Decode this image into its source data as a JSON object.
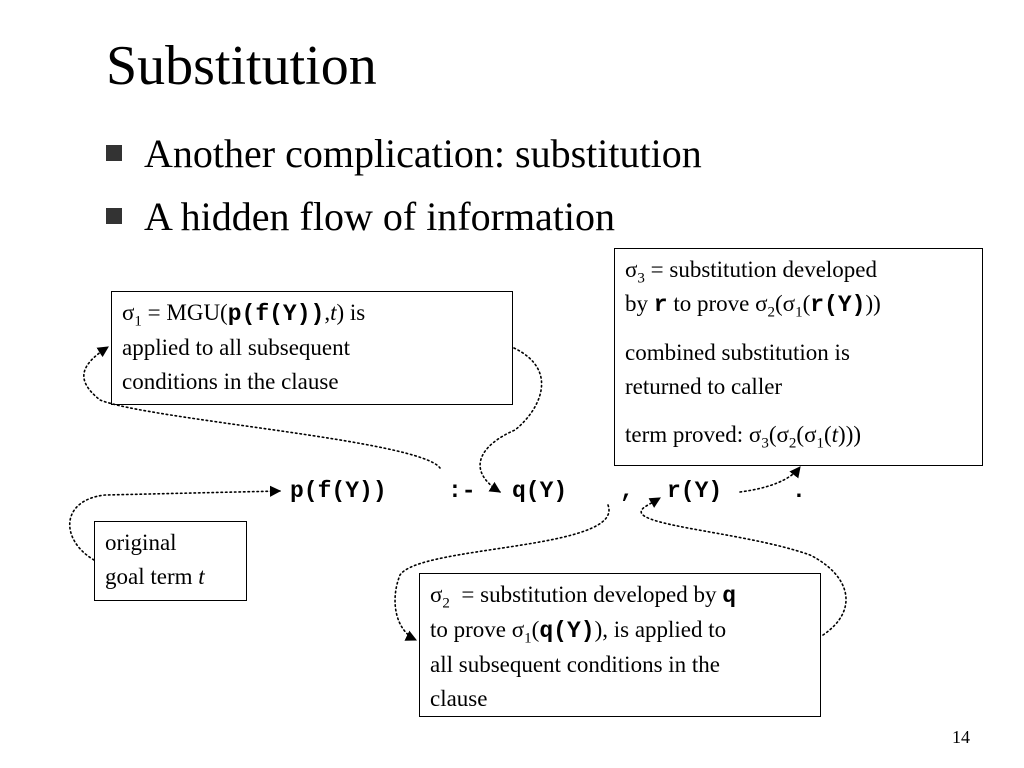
{
  "slide": {
    "title": "Substitution",
    "bullets": [
      "Another complication: substitution",
      "A hidden flow of information"
    ],
    "page_number": "14"
  },
  "clause": {
    "head": "p(f(Y))",
    "neck": ":-",
    "goal1": "q(Y)",
    "comma": ",",
    "goal2": "r(Y)",
    "period": "."
  },
  "box_sigma1": {
    "sym": "σ",
    "sub": "1",
    "eq": " = MGU(",
    "code": "p(f(Y))",
    "comma": ",",
    "var": "t",
    "tail": ") is",
    "line2": "applied to all subsequent",
    "line3": "conditions in the clause"
  },
  "box_sigma3": {
    "sym": "σ",
    "sub": "3",
    "line1_tail": " = substitution developed",
    "by": "by ",
    "code_r": "r",
    "to_prove": " to prove ",
    "s2": "2",
    "s1": "1",
    "open": "(",
    "code_ry": "r(Y)",
    "close2": "))",
    "para2_line1": "combined substitution is",
    "para2_line2": "returned to caller",
    "para3_prefix": "term proved: ",
    "s3b": "3",
    "s2b": "2",
    "s1b": "1",
    "t": "t",
    "close3": ")))"
  },
  "box_original": {
    "line1": "original",
    "line2": "goal term ",
    "var": "t"
  },
  "box_sigma2": {
    "sym": "σ",
    "sub": "2",
    "line1_tail": "  = substitution developed by ",
    "code_q": "q",
    "to_prove": "to prove ",
    "s1": "1",
    "open": "(",
    "code_qy": "q(Y)",
    "tail": "), is applied to",
    "line3": "all subsequent conditions in the",
    "line4": "clause"
  }
}
